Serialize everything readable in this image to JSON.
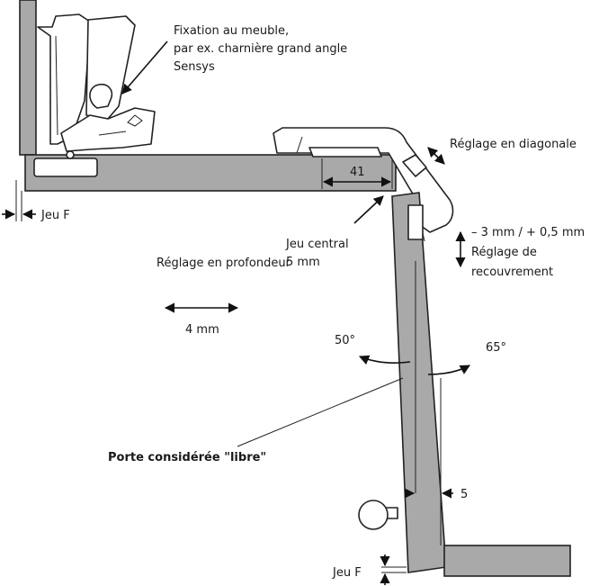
{
  "labels": {
    "fixation_line1": "Fixation au meuble,",
    "fixation_line2": "par ex. charnière grand angle",
    "fixation_line3": "Sensys",
    "diagonal": "Réglage en diagonale",
    "dim_41": "41",
    "jeu_f_top": "Jeu F",
    "jeu_central_line1": "Jeu central",
    "jeu_central_line2": "5 mm",
    "recouvrement_value": "– 3 mm / + 0,5 mm",
    "recouvrement_line1": "Réglage de",
    "recouvrement_line2": "recouvrement",
    "profondeur": "Réglage en profondeur",
    "profondeur_value": "4 mm",
    "angle_50": "50°",
    "angle_65": "65°",
    "porte_libre": "Porte considérée \"libre\"",
    "dim_5": "5",
    "jeu_f_bottom": "Jeu F"
  },
  "colors": {
    "panel_fill": "#a9a9a9",
    "outline": "#222222",
    "hardware_fill": "#ffffff"
  }
}
